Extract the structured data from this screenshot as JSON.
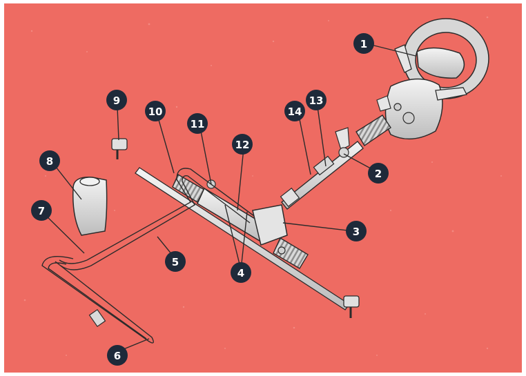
{
  "colors": {
    "background": "#ee6b62",
    "outline": "#2b2b2b",
    "part_fill": "#e8e8e8",
    "part_shadow": "#b9b9b9",
    "badge_fill": "#1e2a3a",
    "badge_text": "#ffffff"
  },
  "callouts": [
    {
      "id": "callout-1",
      "label": "1"
    },
    {
      "id": "callout-2",
      "label": "2"
    },
    {
      "id": "callout-3",
      "label": "3"
    },
    {
      "id": "callout-4",
      "label": "4"
    },
    {
      "id": "callout-5",
      "label": "5"
    },
    {
      "id": "callout-6",
      "label": "6"
    },
    {
      "id": "callout-7",
      "label": "7"
    },
    {
      "id": "callout-8",
      "label": "8"
    },
    {
      "id": "callout-9",
      "label": "9"
    },
    {
      "id": "callout-10",
      "label": "10"
    },
    {
      "id": "callout-11",
      "label": "11"
    },
    {
      "id": "callout-12",
      "label": "12"
    },
    {
      "id": "callout-13",
      "label": "13"
    },
    {
      "id": "callout-14",
      "label": "14"
    }
  ]
}
